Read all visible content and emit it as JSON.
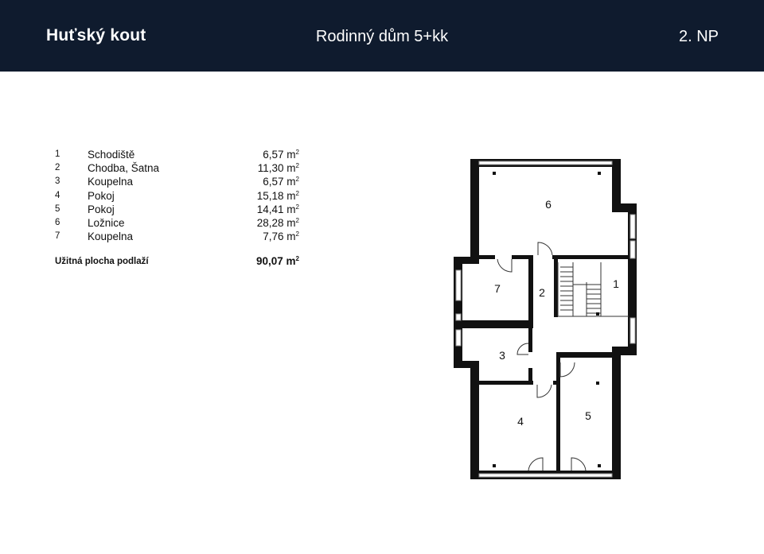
{
  "header": {
    "brand": "Huťský kout",
    "title": "Rodinný dům 5+kk",
    "floor": "2. NP"
  },
  "rooms": [
    {
      "num": "1",
      "name": "Schodiště",
      "area": "6,57 m",
      "unit_sup": "2"
    },
    {
      "num": "2",
      "name": "Chodba, Šatna",
      "area": "11,30 m",
      "unit_sup": "2"
    },
    {
      "num": "3",
      "name": "Koupelna",
      "area": "6,57 m",
      "unit_sup": "2"
    },
    {
      "num": "4",
      "name": "Pokoj",
      "area": "15,18 m",
      "unit_sup": "2"
    },
    {
      "num": "5",
      "name": "Pokoj",
      "area": "14,41 m",
      "unit_sup": "2"
    },
    {
      "num": "6",
      "name": "Ložnice",
      "area": "28,28 m",
      "unit_sup": "2"
    },
    {
      "num": "7",
      "name": "Koupelna",
      "area": "7,76 m",
      "unit_sup": "2"
    }
  ],
  "total": {
    "label": "Užitná plocha podlaží",
    "value": "90,07 m",
    "unit_sup": "2"
  },
  "plan_labels": {
    "r1": "1",
    "r2": "2",
    "r3": "3",
    "r4": "4",
    "r5": "5",
    "r6": "6",
    "r7": "7"
  },
  "colors": {
    "header_bg": "#0f1b2e",
    "header_text": "#ffffff",
    "wall": "#111111",
    "window": "#999999"
  }
}
